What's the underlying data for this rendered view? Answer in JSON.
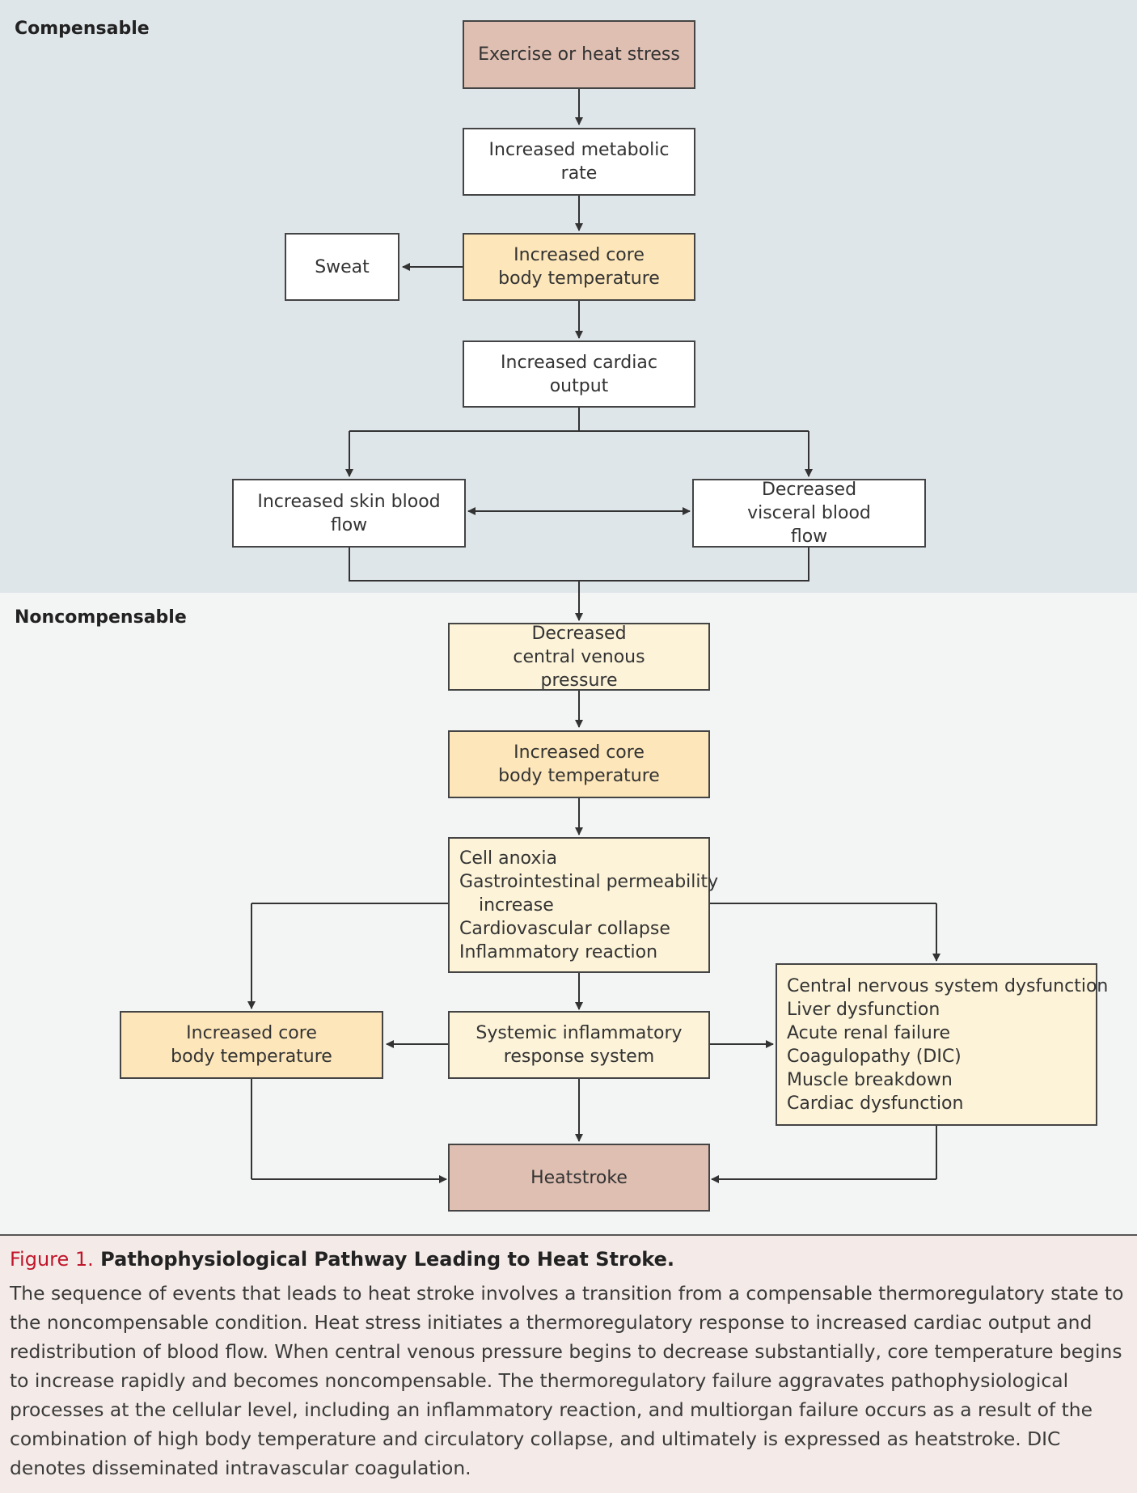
{
  "sections": {
    "compensable": "Compensable",
    "noncompensable": "Noncompensable"
  },
  "nodes": {
    "exercise": "Exercise or heat stress",
    "metabolic": "Increased metabolic rate",
    "sweat": "Sweat",
    "core_temp_1": "Increased core body temperature",
    "cardiac_output": "Increased cardiac output",
    "skin_blood_flow": "Increased skin blood flow",
    "visceral_blood_flow": "Decreased visceral blood flow",
    "central_venous": "Decreased central venous pressure",
    "core_temp_2": "Increased core body temperature",
    "cellular_effects": [
      "Cell anoxia",
      "Gastrointestinal permeability",
      "increase",
      "Cardiovascular collapse",
      "Inflammatory reaction"
    ],
    "core_temp_3": "Increased core body temperature",
    "sirs": "Systemic inflammatory response system",
    "organ_dysfunction": [
      "Central nervous system dysfunction",
      "Liver dysfunction",
      "Acute renal failure",
      "Coagulopathy (DIC)",
      "Muscle breakdown",
      "Cardiac dysfunction"
    ],
    "heatstroke": "Heatstroke"
  },
  "caption": {
    "figure_number": "Figure 1.",
    "title": "Pathophysiological Pathway Leading to Heat Stroke.",
    "body": "The sequence of events that leads to heat stroke involves a transition from a compensable thermoregulatory state to the noncompensable condition. Heat stress initiates a thermoregulatory response to increased cardiac output and redistribution of blood flow. When central venous pressure begins to decrease substantially, core temperature begins to increase rapidly and becomes noncompensable. The thermoregulatory failure aggravates pathophysiological processes at the cellular level, including an inflammatory reaction, and multiorgan failure occurs as a result of the combination of high body temperature and circulatory collapse, and ultimately is expressed as heatstroke. DIC denotes disseminated intravascular coagulation."
  },
  "colors": {
    "rose": "#dfbfb2",
    "orange": "#fde6b9",
    "cream": "#fcf3d8",
    "white": "#ffffff",
    "figure_red": "#c0152a"
  }
}
